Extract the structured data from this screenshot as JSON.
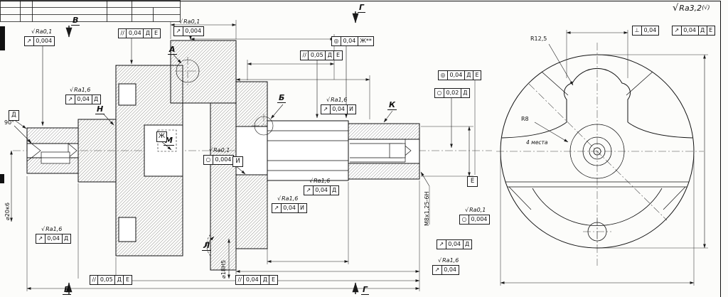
{
  "general": {
    "surface_note": "Ra3,2",
    "surface_note_suffix": "(√)"
  },
  "frames": [
    {
      "sym": "↗",
      "val": "0,004"
    },
    {
      "sym": "//",
      "val": "0,04",
      "d1": "Д",
      "d2": "Е"
    },
    {
      "sym": "↗",
      "val": "0,004"
    },
    {
      "sym": "◎",
      "val": "0,04",
      "d1": "Ж**"
    },
    {
      "sym": "//",
      "val": "0,05",
      "d1": "Д",
      "d2": "Е"
    },
    {
      "sym": "◎",
      "val": "0,04",
      "d1": "Д",
      "d2": "Е"
    },
    {
      "sym": "○",
      "val": "0,02",
      "d1": "Д"
    },
    {
      "sym": "⊥",
      "val": "0,04"
    },
    {
      "sym": "↗",
      "val": "0,04",
      "d1": "Д",
      "d2": "Е"
    },
    {
      "sym": "↗",
      "val": "0,04",
      "d1": "Д"
    },
    {
      "sym": "↗",
      "val": "0,04",
      "d1": "И"
    },
    {
      "sym": "○",
      "val": "0,004"
    },
    {
      "sym": "↗",
      "val": "0,04",
      "d1": "Д"
    },
    {
      "sym": "↗",
      "val": "0,04",
      "d1": "И"
    },
    {
      "sym": "○",
      "val": "0,004"
    },
    {
      "sym": "↗",
      "val": "0,04",
      "d1": "Д"
    },
    {
      "sym": "//",
      "val": "0,05",
      "d1": "Д",
      "d2": "Е"
    },
    {
      "sym": "//",
      "val": "0,04",
      "d1": "Д",
      "d2": "Е"
    },
    {
      "sym": "↗",
      "val": "0,04",
      "d1": "Д"
    },
    {
      "sym": "↗",
      "val": "0,04"
    }
  ],
  "roughness": {
    "r0": "Ra0,1",
    "r1": "Ra0,1",
    "r2": "Ra1,6",
    "r3": "Ra1,6",
    "r4": "Ra0,1",
    "r5": "Ra1,6",
    "r6": "Ra1,6",
    "r7": "Ra0,1",
    "r8": "Ra1,6",
    "r9": "Ra1,6"
  },
  "labels": {
    "B": "В",
    "G": "Г",
    "A": "А",
    "Bb": "Б",
    "N": "Н",
    "K": "К",
    "M": "М",
    "L": "Л"
  },
  "datums": {
    "D": "Д",
    "E": "Е",
    "Zh": "Ж",
    "I": "И"
  },
  "texts": {
    "thread": "М8х1,25-6Н",
    "dia20": "⌀20к6",
    "dia18": "⌀18Н5",
    "r125": "R12,5",
    "r8": "R8",
    "places": "4 места",
    "angle": "90°"
  }
}
